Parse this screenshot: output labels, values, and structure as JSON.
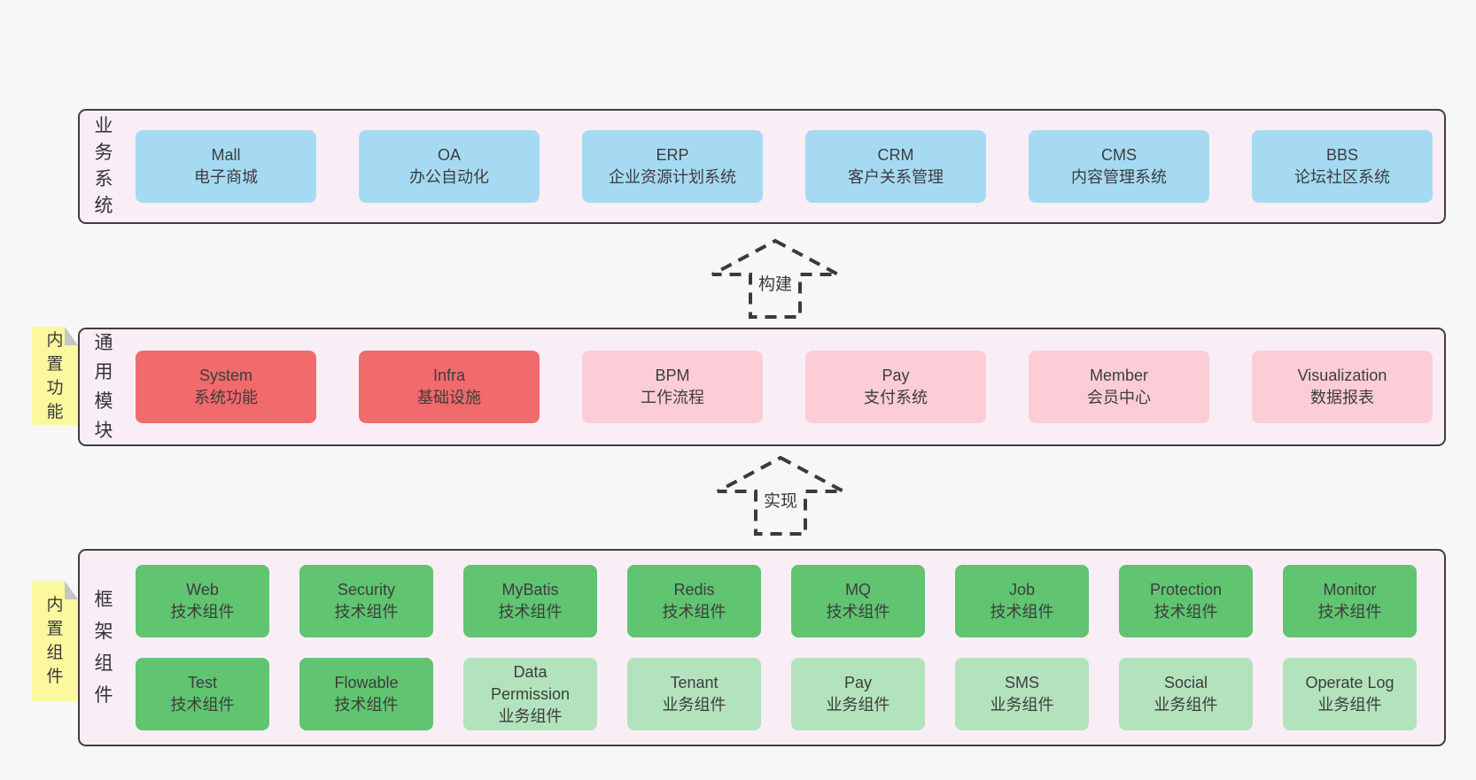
{
  "colors": {
    "page_bg": "#f7f7f7",
    "band_bg": "#f9eef6",
    "band_border": "#3f3f3f",
    "blue_box": "#a6daf3",
    "red_box": "#f16a6c",
    "pink_box": "#fccdd6",
    "green_box": "#60c471",
    "light_green_box": "#b3e3bc",
    "sticky_note": "#fbf89d",
    "text": "#3d3d3d"
  },
  "notes": [
    {
      "text": "内置功能"
    },
    {
      "text": "内置组件"
    }
  ],
  "arrows": [
    {
      "label": "构建"
    },
    {
      "label": "实现"
    }
  ],
  "sections": {
    "business": {
      "label": "业务系统",
      "boxes": [
        {
          "name": "Mall",
          "desc": "电子商城"
        },
        {
          "name": "OA",
          "desc": "办公自动化"
        },
        {
          "name": "ERP",
          "desc": "企业资源计划系统"
        },
        {
          "name": "CRM",
          "desc": "客户关系管理"
        },
        {
          "name": "CMS",
          "desc": "内容管理系统"
        },
        {
          "name": "BBS",
          "desc": "论坛社区系统"
        }
      ]
    },
    "modules": {
      "label": "通用模块",
      "boxes": [
        {
          "name": "System",
          "desc": "系统功能"
        },
        {
          "name": "Infra",
          "desc": "基础设施"
        },
        {
          "name": "BPM",
          "desc": "工作流程"
        },
        {
          "name": "Pay",
          "desc": "支付系统"
        },
        {
          "name": "Member",
          "desc": "会员中心"
        },
        {
          "name": "Visualization",
          "desc": "数据报表"
        }
      ]
    },
    "framework": {
      "label": "框架组件",
      "row1": [
        {
          "name": "Web",
          "desc": "技术组件"
        },
        {
          "name": "Security",
          "desc": "技术组件"
        },
        {
          "name": "MyBatis",
          "desc": "技术组件"
        },
        {
          "name": "Redis",
          "desc": "技术组件"
        },
        {
          "name": "MQ",
          "desc": "技术组件"
        },
        {
          "name": "Job",
          "desc": "技术组件"
        },
        {
          "name": "Protection",
          "desc": "技术组件"
        },
        {
          "name": "Monitor",
          "desc": "技术组件"
        }
      ],
      "row2": [
        {
          "name": "Test",
          "desc": "技术组件"
        },
        {
          "name": "Flowable",
          "desc": "技术组件"
        },
        {
          "name": "Data Permission",
          "desc": "业务组件"
        },
        {
          "name": "Tenant",
          "desc": "业务组件"
        },
        {
          "name": "Pay",
          "desc": "业务组件"
        },
        {
          "name": "SMS",
          "desc": "业务组件"
        },
        {
          "name": "Social",
          "desc": "业务组件"
        },
        {
          "name": "Operate Log",
          "desc": "业务组件"
        }
      ]
    }
  }
}
